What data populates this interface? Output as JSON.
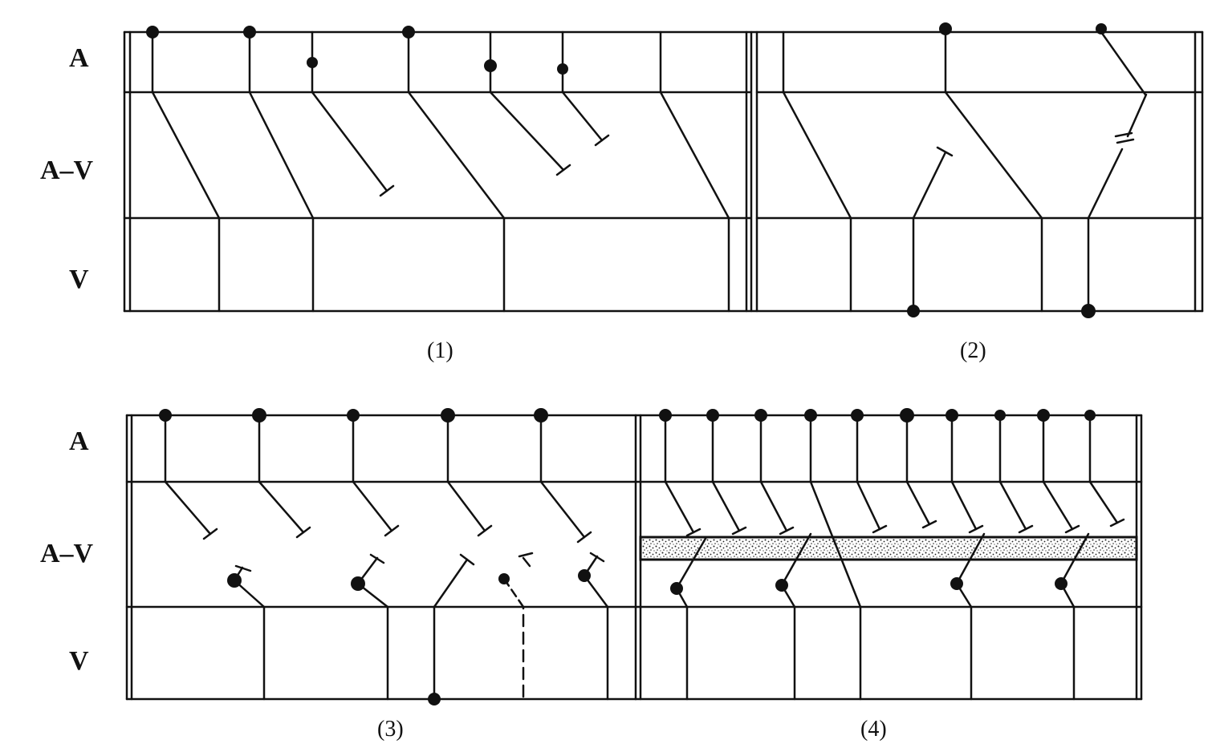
{
  "rows": {
    "top": {
      "atrium": "A",
      "junction": "A–V",
      "ventricle": "V"
    },
    "bottom": {
      "atrium": "A",
      "junction": "A–V",
      "ventricle": "V"
    }
  },
  "captions": {
    "p1": "(1)",
    "p2": "(2)",
    "p3": "(3)",
    "p4": "(4)"
  },
  "colors": {
    "ink": "#111111",
    "paper": "#ffffff",
    "stipple": "#222222"
  },
  "symbols": {
    "impulse_origin": "filled-dot",
    "blocked_conduction": "t-bar",
    "delay_zone": "stippled-band",
    "double_break": "double-slash"
  }
}
